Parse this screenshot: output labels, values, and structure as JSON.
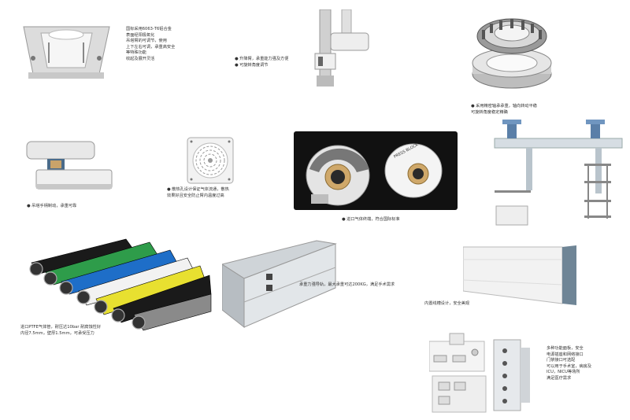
{
  "captions": {
    "clamp": "国标采用6063-T6铝合金\n表面经阳极氧化\n吊塔臂的可调节，使用\n上下左右可调，承重高安全\n等特殊功能\n收起及展开灵活",
    "column": "● 升降臂，承重能力强及方便\n● 可旋转角度调节",
    "bearing": "● 采用精密轴承承重，轴向转动平稳\n可旋转角度稳定精确",
    "handle": "● 吊塔手柄制动，承重可靠",
    "vent": "● 散热孔设计保证气体流通，散热\n效果好且安全防止臂内温度过高",
    "gas": "● 进口气体终端，符合国际标准",
    "hoses": "进口PTFE气体管，耐压达10bar 耐腐蚀性好\n内径7.5mm，壁厚1.5mm，可承受压力",
    "rail": "承重力强导轨，最大承重可达200KG，满足手术需求",
    "cover": "内置线槽设计，安全美观",
    "sockets": "多种功能面板，安全\n电源插座和网络接口\n门禁接口可选配\n可以用于手术室，病房及\n ICU，NICU等场所\n满足医疗需求"
  },
  "colors": {
    "hose_green": "#2e9c4a",
    "hose_blue": "#1e6ec8",
    "hose_white": "#f2f2f2",
    "hose_yellow": "#e8e030",
    "hose_black": "#1a1a1a",
    "hose_grey": "#8a8a8a",
    "photo_bg": "#111111"
  }
}
